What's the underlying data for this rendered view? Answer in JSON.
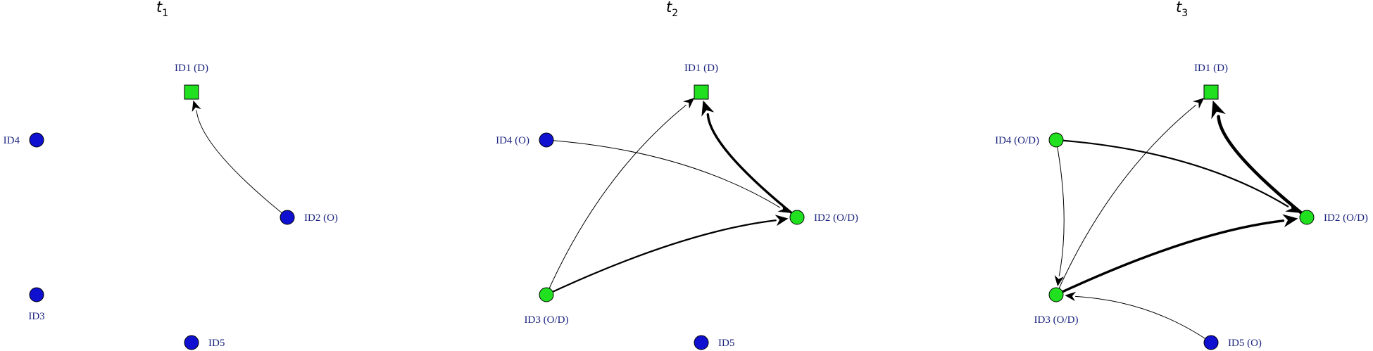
{
  "colors": {
    "origin_node": "#1010d0",
    "od_node": "#20e020",
    "node_stroke": "#000000",
    "label": "#1a237e",
    "edge": "#000000"
  },
  "panels": [
    {
      "title": "t",
      "subscript": "1",
      "nodes": [
        {
          "id": "ID1",
          "label": "ID1 (D)",
          "shape": "square",
          "color": "od_node"
        },
        {
          "id": "ID4",
          "label": "ID4",
          "shape": "circle",
          "color": "origin_node"
        },
        {
          "id": "ID2",
          "label": "ID2 (O)",
          "shape": "circle",
          "color": "origin_node"
        },
        {
          "id": "ID3",
          "label": "ID3",
          "shape": "circle",
          "color": "origin_node"
        },
        {
          "id": "ID5",
          "label": "ID5",
          "shape": "circle",
          "color": "origin_node"
        }
      ],
      "edges": [
        {
          "from": "ID2",
          "to": "ID1",
          "weight": 1
        }
      ]
    },
    {
      "title": "t",
      "subscript": "2",
      "nodes": [
        {
          "id": "ID1",
          "label": "ID1 (D)",
          "shape": "square",
          "color": "od_node"
        },
        {
          "id": "ID4",
          "label": "ID4 (O)",
          "shape": "circle",
          "color": "origin_node"
        },
        {
          "id": "ID2",
          "label": "ID2 (O/D)",
          "shape": "circle",
          "color": "od_node"
        },
        {
          "id": "ID3",
          "label": "ID3 (O/D)",
          "shape": "circle",
          "color": "od_node"
        },
        {
          "id": "ID5",
          "label": "ID5",
          "shape": "circle",
          "color": "origin_node"
        }
      ],
      "edges": [
        {
          "from": "ID4",
          "to": "ID2",
          "weight": 1
        },
        {
          "from": "ID3",
          "to": "ID1",
          "weight": 1
        },
        {
          "from": "ID3",
          "to": "ID2",
          "weight": 2
        },
        {
          "from": "ID2",
          "to": "ID1",
          "weight": 3
        }
      ]
    },
    {
      "title": "t",
      "subscript": "3",
      "nodes": [
        {
          "id": "ID1",
          "label": "ID1 (D)",
          "shape": "square",
          "color": "od_node"
        },
        {
          "id": "ID4",
          "label": "ID4 (O/D)",
          "shape": "circle",
          "color": "od_node"
        },
        {
          "id": "ID2",
          "label": "ID2 (O/D)",
          "shape": "circle",
          "color": "od_node"
        },
        {
          "id": "ID3",
          "label": "ID3 (O/D)",
          "shape": "circle",
          "color": "od_node"
        },
        {
          "id": "ID5",
          "label": "ID5 (O)",
          "shape": "circle",
          "color": "origin_node"
        }
      ],
      "edges": [
        {
          "from": "ID4",
          "to": "ID2",
          "weight": 2
        },
        {
          "from": "ID4",
          "to": "ID3",
          "weight": 1
        },
        {
          "from": "ID3",
          "to": "ID1",
          "weight": 1
        },
        {
          "from": "ID3",
          "to": "ID2",
          "weight": 3
        },
        {
          "from": "ID2",
          "to": "ID1",
          "weight": 4
        },
        {
          "from": "ID5",
          "to": "ID3",
          "weight": 1
        }
      ]
    }
  ]
}
